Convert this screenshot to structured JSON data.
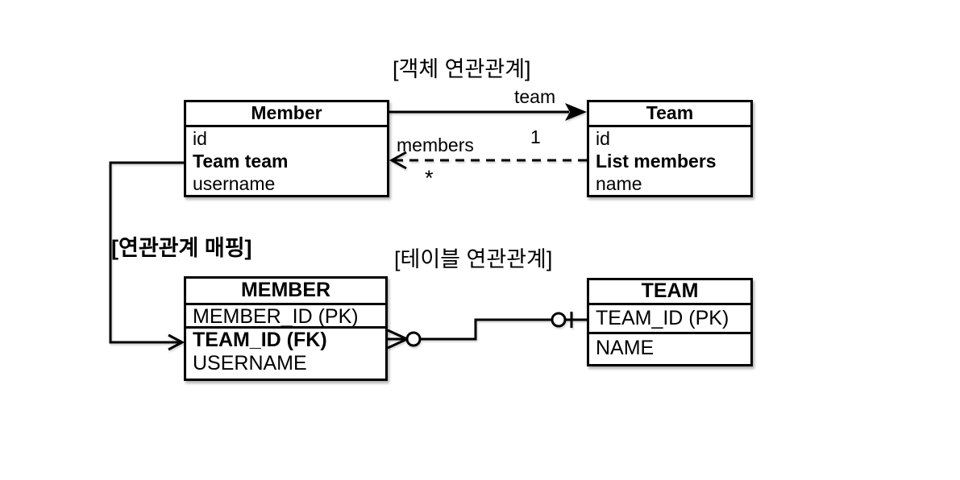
{
  "canvas": {
    "background_color": "#ffffff",
    "line_color": "#000000"
  },
  "labels": {
    "object_relation": "[객체 연관관계]",
    "mapping": "[연관관계 매핑]",
    "table_relation": "[테이블 연관관계]"
  },
  "object_diagram": {
    "member": {
      "title": "Member",
      "fields": [
        "id",
        "Team team",
        "username"
      ]
    },
    "team": {
      "title": "Team",
      "fields": [
        "id",
        "List members",
        "name"
      ]
    },
    "association": {
      "forward_role": "team",
      "forward_multiplicity": "1",
      "reverse_role": "members",
      "reverse_multiplicity": "*"
    }
  },
  "table_diagram": {
    "member": {
      "title": "MEMBER",
      "pk_row": "MEMBER_ID (PK)",
      "rows": [
        "TEAM_ID (FK)",
        "USERNAME"
      ]
    },
    "team": {
      "title": "TEAM",
      "rows": [
        "TEAM_ID (PK)",
        "NAME"
      ]
    }
  }
}
